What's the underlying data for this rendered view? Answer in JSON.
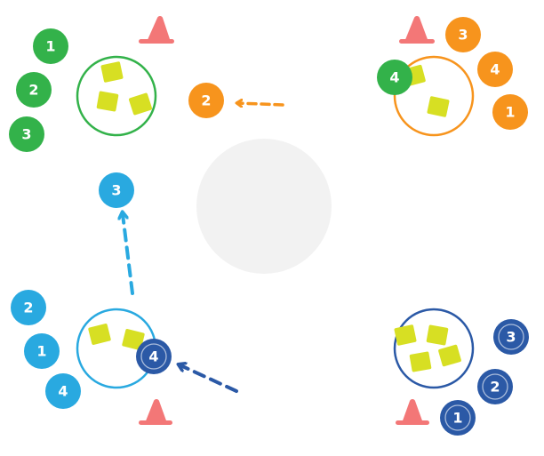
{
  "diagram": {
    "colors": {
      "green": "#33b24a",
      "orange": "#f7941d",
      "light_blue": "#29a9e0",
      "dark_blue": "#2b59a6",
      "cone": "#f37777",
      "ball": "#d7df23",
      "center_zone": "#f2f2f2"
    },
    "teams": [
      {
        "name": "green",
        "players": [
          {
            "id": "green-1",
            "number": "1"
          },
          {
            "id": "green-2",
            "number": "2"
          },
          {
            "id": "green-3",
            "number": "3"
          },
          {
            "id": "green-4",
            "number": "4"
          }
        ]
      },
      {
        "name": "orange",
        "players": [
          {
            "id": "orange-3",
            "number": "3"
          },
          {
            "id": "orange-4",
            "number": "4"
          },
          {
            "id": "orange-1",
            "number": "1"
          },
          {
            "id": "orange-2",
            "number": "2"
          }
        ]
      },
      {
        "name": "light_blue",
        "players": [
          {
            "id": "lightblue-3",
            "number": "3"
          },
          {
            "id": "lightblue-2",
            "number": "2"
          },
          {
            "id": "lightblue-1",
            "number": "1"
          },
          {
            "id": "lightblue-4",
            "number": "4"
          }
        ]
      },
      {
        "name": "dark_blue",
        "players": [
          {
            "id": "darkblue-4",
            "number": "4"
          },
          {
            "id": "darkblue-3",
            "number": "3"
          },
          {
            "id": "darkblue-2",
            "number": "2"
          },
          {
            "id": "darkblue-1",
            "number": "1"
          }
        ]
      }
    ],
    "zones": [
      {
        "id": "zone-top-left",
        "color": "green",
        "balls": 3
      },
      {
        "id": "zone-top-right",
        "color": "orange",
        "balls": 2
      },
      {
        "id": "zone-bottom-left",
        "color": "light_blue",
        "balls": 2
      },
      {
        "id": "zone-bottom-right",
        "color": "dark_blue",
        "balls": 4
      }
    ],
    "cones": 4,
    "movement_arrows": [
      {
        "id": "arrow-orange-run",
        "color": "orange"
      },
      {
        "id": "arrow-lightblue-run",
        "color": "light_blue"
      },
      {
        "id": "arrow-darkblue-run",
        "color": "dark_blue"
      }
    ]
  }
}
